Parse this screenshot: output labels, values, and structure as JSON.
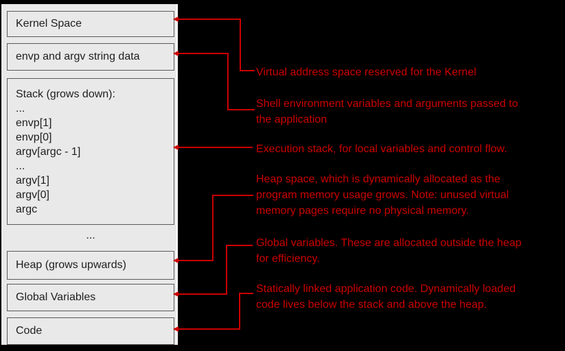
{
  "colors": {
    "canvas_bg": "#000000",
    "panel_bg": "#e9e9e9",
    "box_border": "#5a5a5a",
    "box_text": "#1e1e1e",
    "accent_red": "#cc0000"
  },
  "panel": {
    "kernel_label": "Kernel Space",
    "envp_label": "envp and argv string data",
    "stack": {
      "lines": [
        "Stack (grows down):",
        "...",
        "envp[1]",
        "envp[0]",
        "argv[argc - 1]",
        "...",
        "argv[1]",
        "argv[0]",
        "argc"
      ]
    },
    "gap_ellipsis": "...",
    "heap_label": "Heap (grows upwards)",
    "global_label": "Global Variables",
    "code_label": "Code"
  },
  "annotations": [
    {
      "connects_to": "kernel-space",
      "lines": [
        "Virtual address space reserved for the Kernel"
      ]
    },
    {
      "connects_to": "envp-argv-string-data",
      "lines": [
        "Shell environment variables and arguments passed to",
        "the application"
      ]
    },
    {
      "connects_to": "stack",
      "lines": [
        "Execution stack, for local variables and control flow."
      ]
    },
    {
      "connects_to": "heap",
      "lines": [
        "Heap space, which is dynamically allocated as the",
        "program memory usage grows. Note: unused virtual",
        "memory pages require no physical memory."
      ]
    },
    {
      "connects_to": "global-variables",
      "lines": [
        "Global variables. These are allocated outside the heap",
        "for efficiency."
      ]
    },
    {
      "connects_to": "code",
      "lines": [
        "Statically linked application code. Dynamically loaded",
        "code lives below the stack and above the heap."
      ]
    }
  ]
}
